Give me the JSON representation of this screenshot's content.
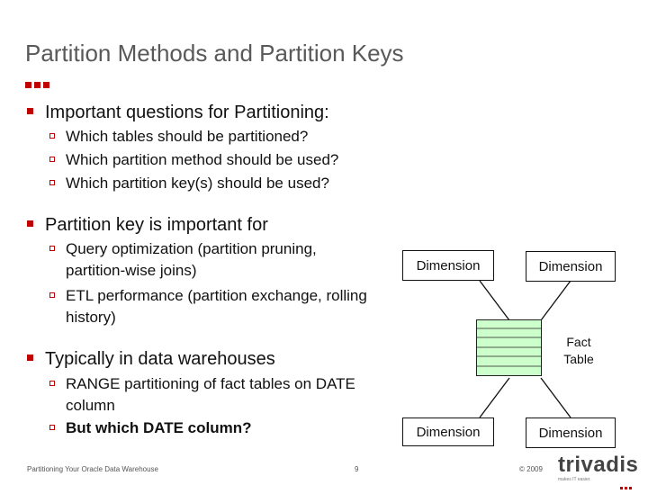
{
  "title": "Partition Methods and Partition Keys",
  "bullets": [
    {
      "text": "Important questions for Partitioning:",
      "sub": [
        "Which tables should be partitioned?",
        "Which partition method should be used?",
        "Which partition key(s) should be used?"
      ]
    },
    {
      "text": "Partition key is important for",
      "sub": [
        "Query optimization (partition pruning, partition-wise joins)",
        "ETL performance (partition exchange, rolling history)"
      ]
    },
    {
      "text": "Typically in data warehouses",
      "sub": [
        "RANGE partitioning of fact tables on DATE column",
        "But which DATE column?"
      ]
    }
  ],
  "diagram": {
    "dimension_label": "Dimension",
    "fact_label": "Fact Table",
    "colors": {
      "fact_fill": "#ccffcc",
      "accent": "#c00000"
    }
  },
  "footer": {
    "left": "Partitioning Your Oracle Data Warehouse",
    "page": "9",
    "copyright": "© 2009",
    "logo": "trivadis",
    "logo_sub": "makes IT easier."
  }
}
